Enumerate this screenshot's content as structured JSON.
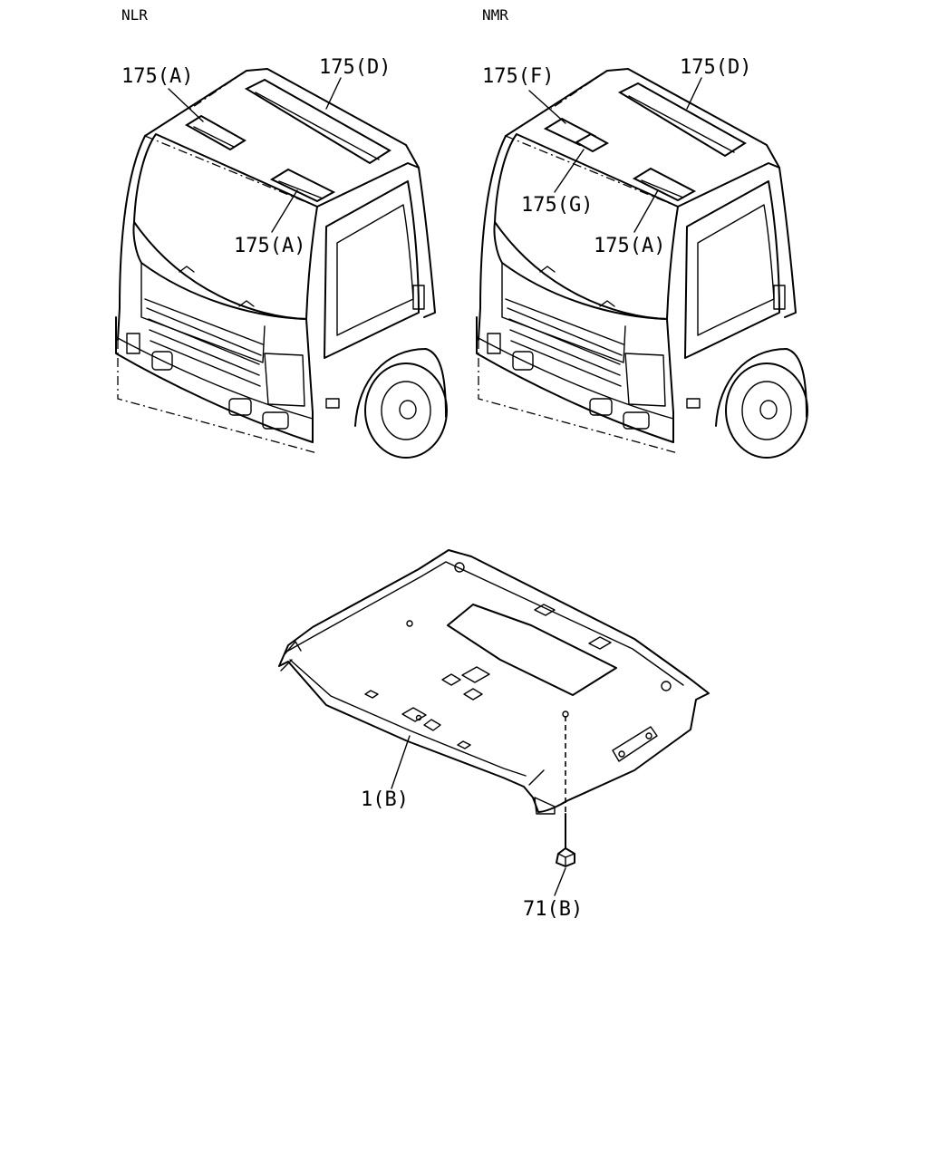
{
  "sections": {
    "left_title": "NLR",
    "right_title": "NMR"
  },
  "callouts": {
    "nlr_175a_top": "175(A)",
    "nlr_175d": "175(D)",
    "nlr_175a_mid": "175(A)",
    "nmr_175f": "175(F)",
    "nmr_175d": "175(D)",
    "nmr_175g": "175(G)",
    "nmr_175a": "175(A)",
    "headlining_1b": "1(B)",
    "clip_71b": "71(B)"
  }
}
